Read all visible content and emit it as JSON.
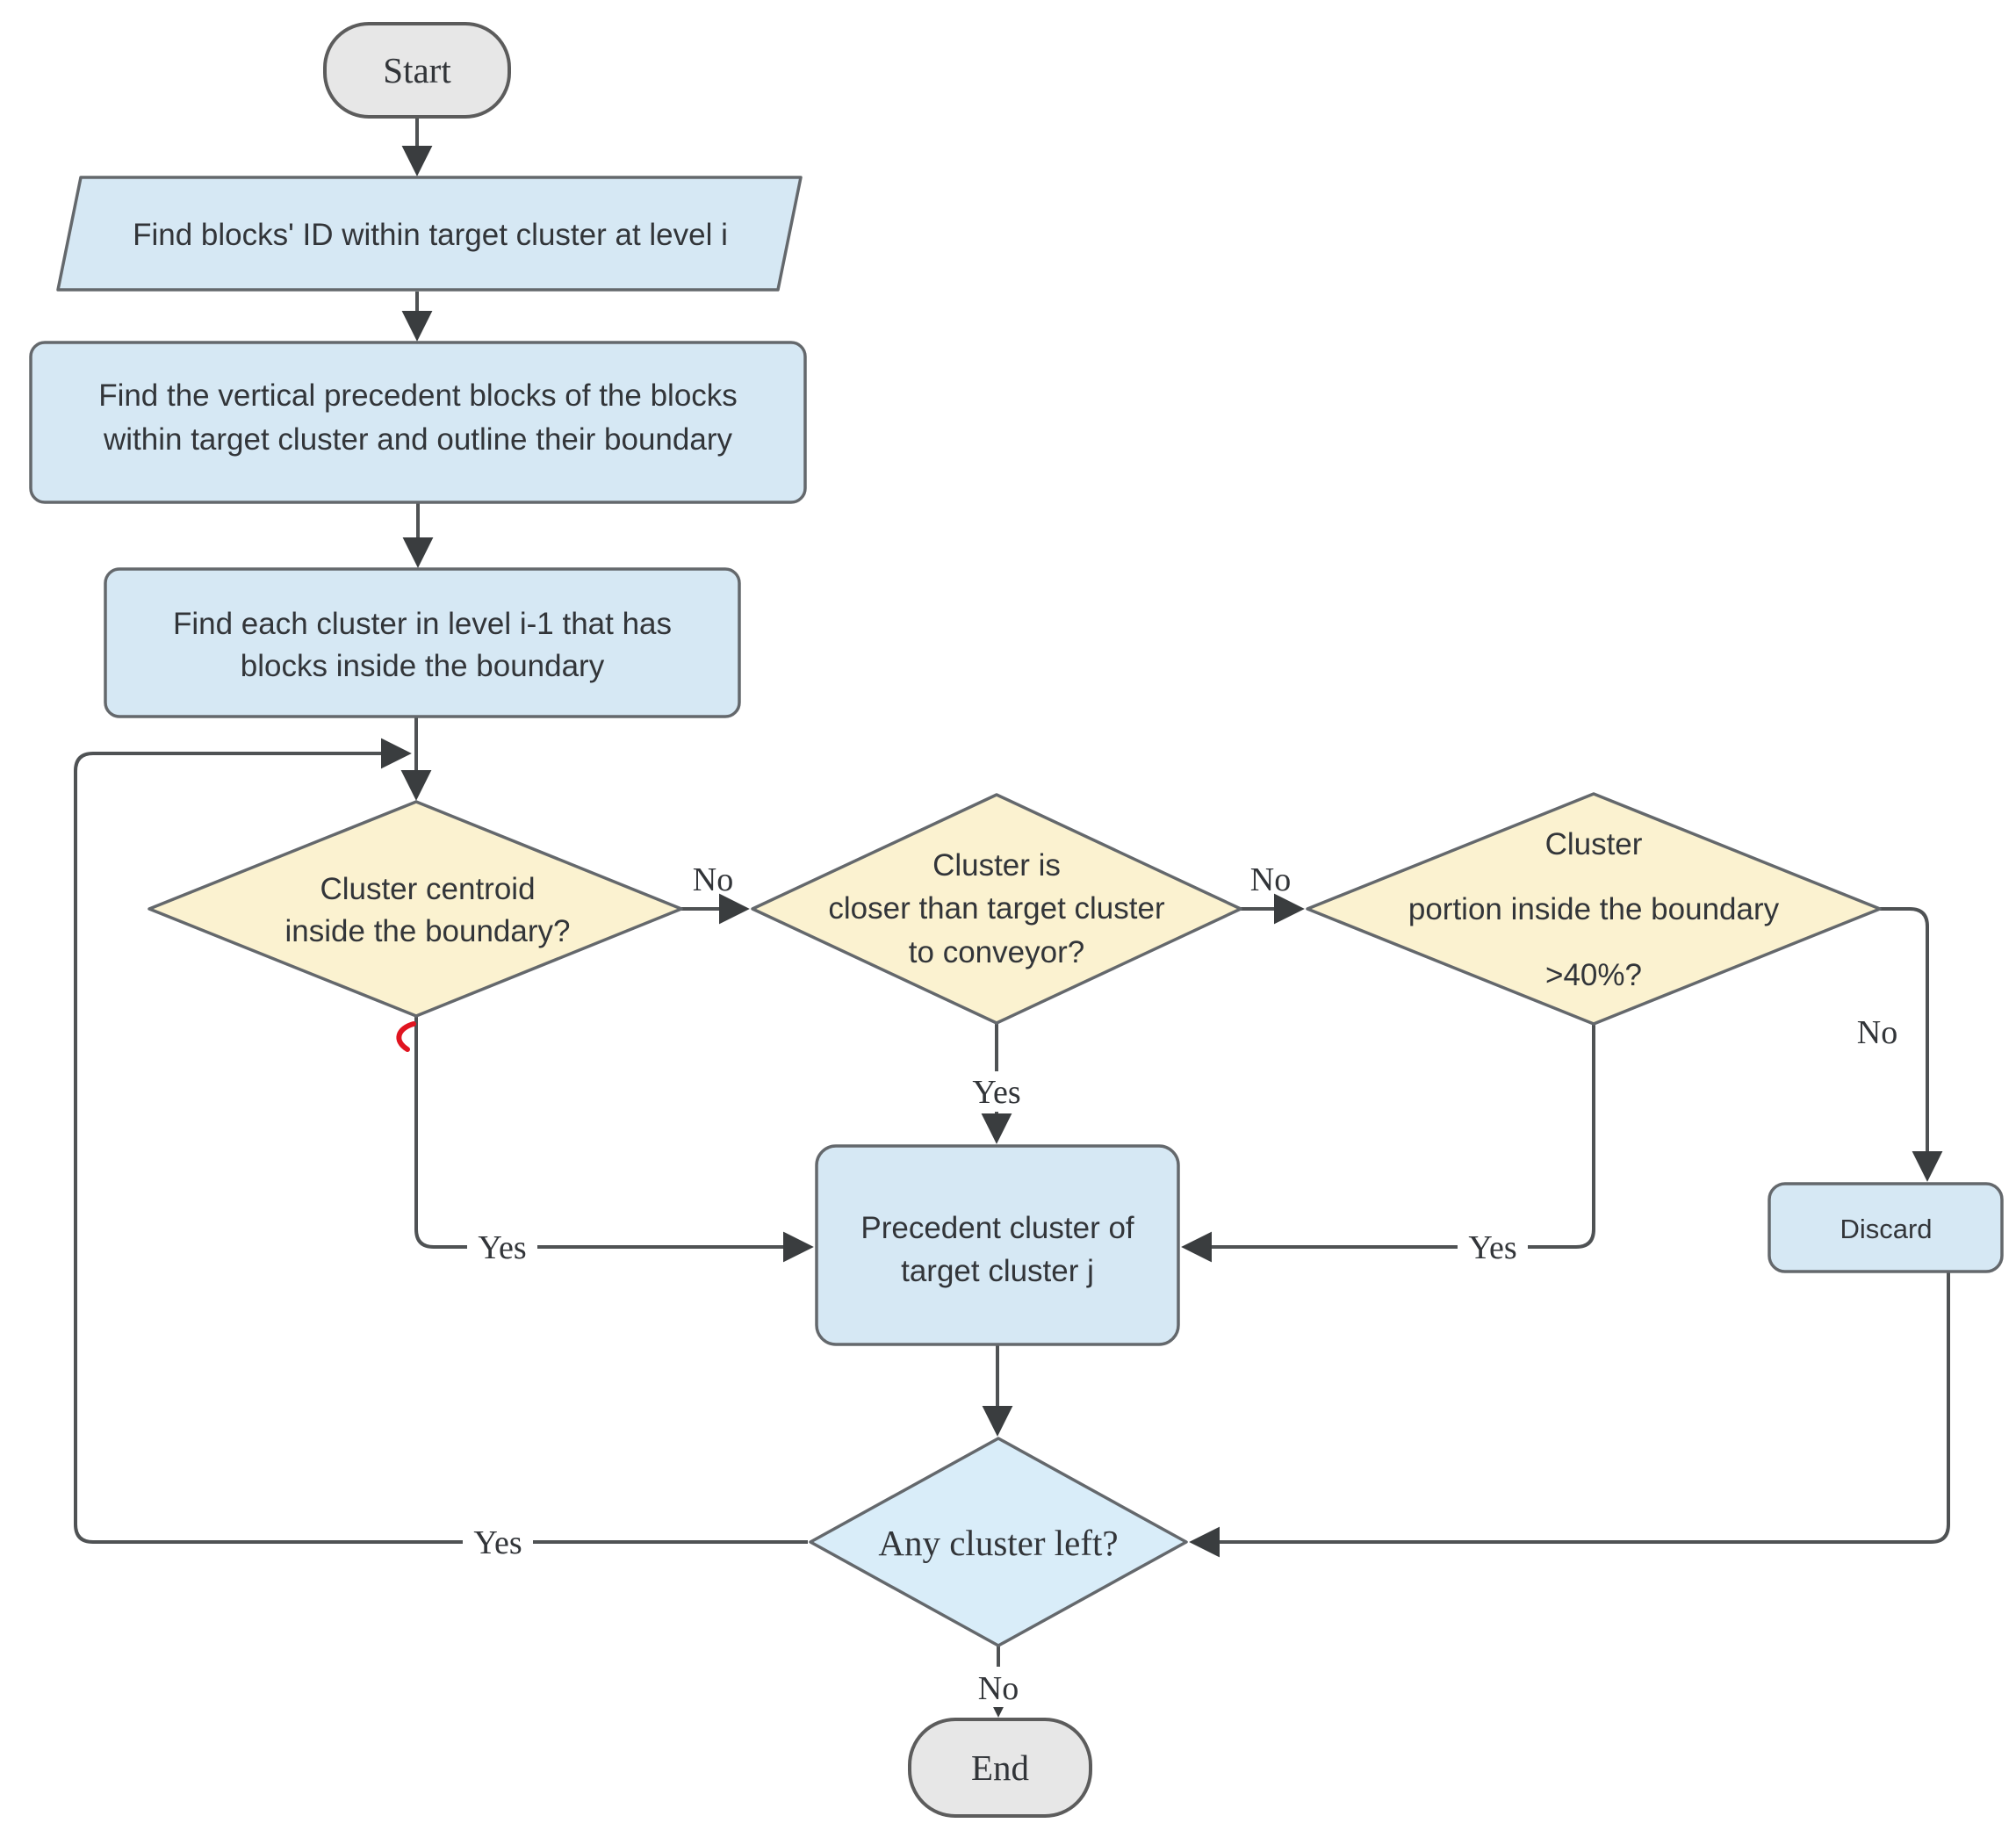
{
  "diagram": {
    "type": "flowchart",
    "colors": {
      "process_fill": "#d6e8f4",
      "decision_fill": "#fbf2d0",
      "decision_alt_fill": "#d9edf9",
      "terminal_fill": "#e7e7e7",
      "stroke": "#64686c",
      "arrow": "#3a3d3f",
      "text": "#323539",
      "annotation_red": "#e01420"
    },
    "nodes": {
      "start": {
        "label": "Start",
        "shape": "terminator"
      },
      "find_blocks_id": {
        "label": "Find blocks' ID within target cluster at level i",
        "shape": "data-parallelogram"
      },
      "find_vertical_precedent": {
        "line1": "Find the vertical precedent blocks of the blocks",
        "line2": "within target cluster and outline their boundary",
        "shape": "process"
      },
      "find_each_cluster": {
        "line1": "Find each cluster in level i-1 that has",
        "line2": "blocks inside the boundary",
        "shape": "process"
      },
      "centroid_inside": {
        "line1": "Cluster centroid",
        "line2": "inside the boundary?",
        "shape": "decision"
      },
      "closer_than_target": {
        "line1": "Cluster is",
        "line2": "closer than target cluster",
        "line3": "to conveyor?",
        "shape": "decision"
      },
      "portion_inside": {
        "line1": "Cluster",
        "line2": "portion inside the boundary",
        "line3": ">40%?",
        "shape": "decision"
      },
      "precedent_cluster": {
        "line1": "Precedent cluster of",
        "line2": "target cluster j",
        "shape": "process"
      },
      "discard": {
        "label": "Discard",
        "shape": "process"
      },
      "any_cluster_left": {
        "label": "Any cluster left?",
        "shape": "decision"
      },
      "end": {
        "label": "End",
        "shape": "terminator"
      }
    },
    "edges": {
      "centroid_no": "No",
      "centroid_yes": "Yes",
      "closer_no": "No",
      "closer_yes": "Yes",
      "portion_no": "No",
      "portion_yes": "Yes",
      "any_no": "No",
      "any_yes": "Yes"
    },
    "annotation": {
      "kind": "red pen mark below first decision"
    }
  }
}
